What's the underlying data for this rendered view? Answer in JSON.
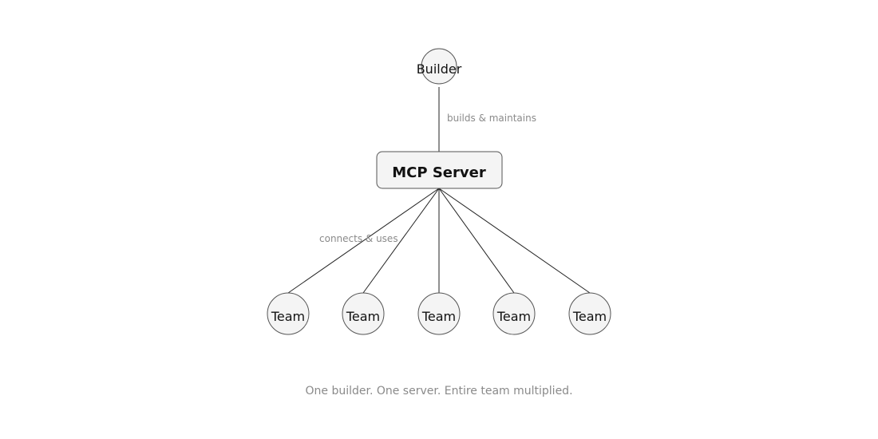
{
  "diagram": {
    "builder_label": "Builder",
    "server_label": "MCP Server",
    "team_labels": [
      "Team",
      "Team",
      "Team",
      "Team",
      "Team"
    ],
    "edge_builds_label": "builds & maintains",
    "edge_connects_label": "connects & uses",
    "caption": "One builder. One server. Entire team multiplied."
  },
  "colors": {
    "node_fill": "#f4f4f4",
    "node_stroke": "#555555",
    "edge": "#222222",
    "muted_text": "#8a8a8a"
  }
}
